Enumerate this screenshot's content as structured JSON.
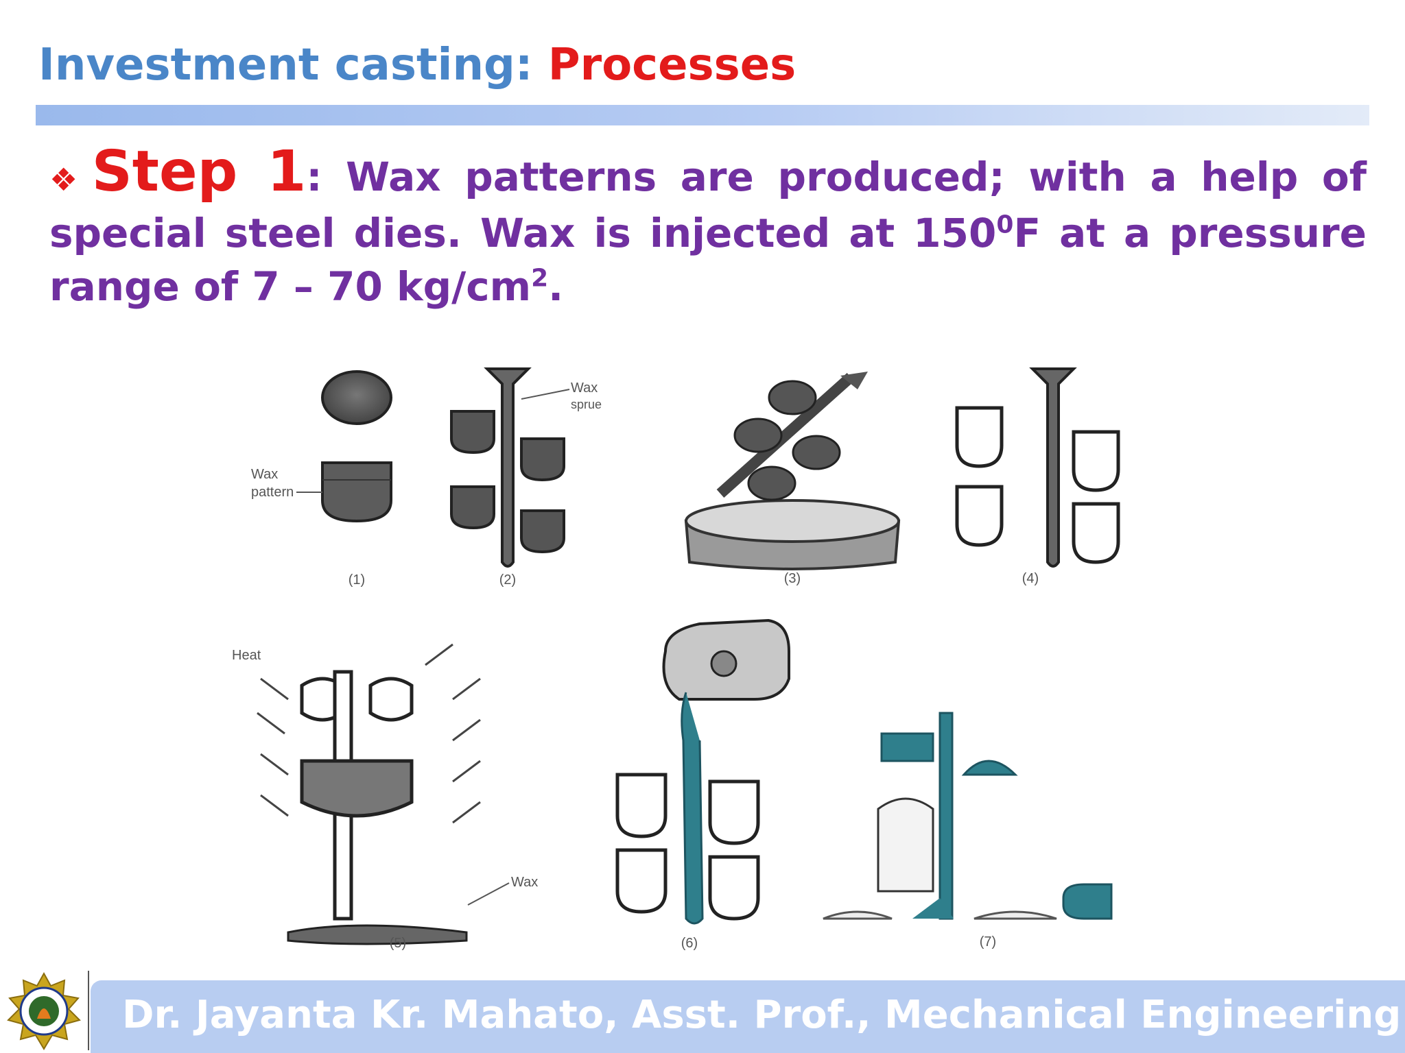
{
  "slide": {
    "title_part1": "Investment casting: ",
    "title_part2": "Processes",
    "bullet_symbol": "❖",
    "step_label": "Step 1",
    "step_text_a": ": Wax patterns are produced; with a help of special steel dies. Wax is injected at 150",
    "step_sup_a": "0",
    "step_text_b": "F at a pressure range of 7 – 70 kg/cm",
    "step_sup_b": "2",
    "step_text_c": "."
  },
  "figure": {
    "labels": {
      "wax_pattern": [
        "Wax",
        "pattern"
      ],
      "wax_sprue": [
        "Wax",
        "sprue"
      ],
      "heat": "Heat",
      "wax": "Wax"
    },
    "panel_numbers": [
      "(1)",
      "(2)",
      "(3)",
      "(4)",
      "(5)",
      "(6)",
      "(7)"
    ]
  },
  "footer": {
    "text": "Dr. Jayanta Kr. Mahato, Asst. Prof., Mechanical Engineering"
  },
  "colors": {
    "title_blue": "#4a86c8",
    "title_red": "#e31b1b",
    "body_purple": "#7030a0",
    "footer_band": "#b8cdf1",
    "casting_teal": "#2f7f8c"
  },
  "logo": {
    "icon": "university-seal-icon"
  }
}
